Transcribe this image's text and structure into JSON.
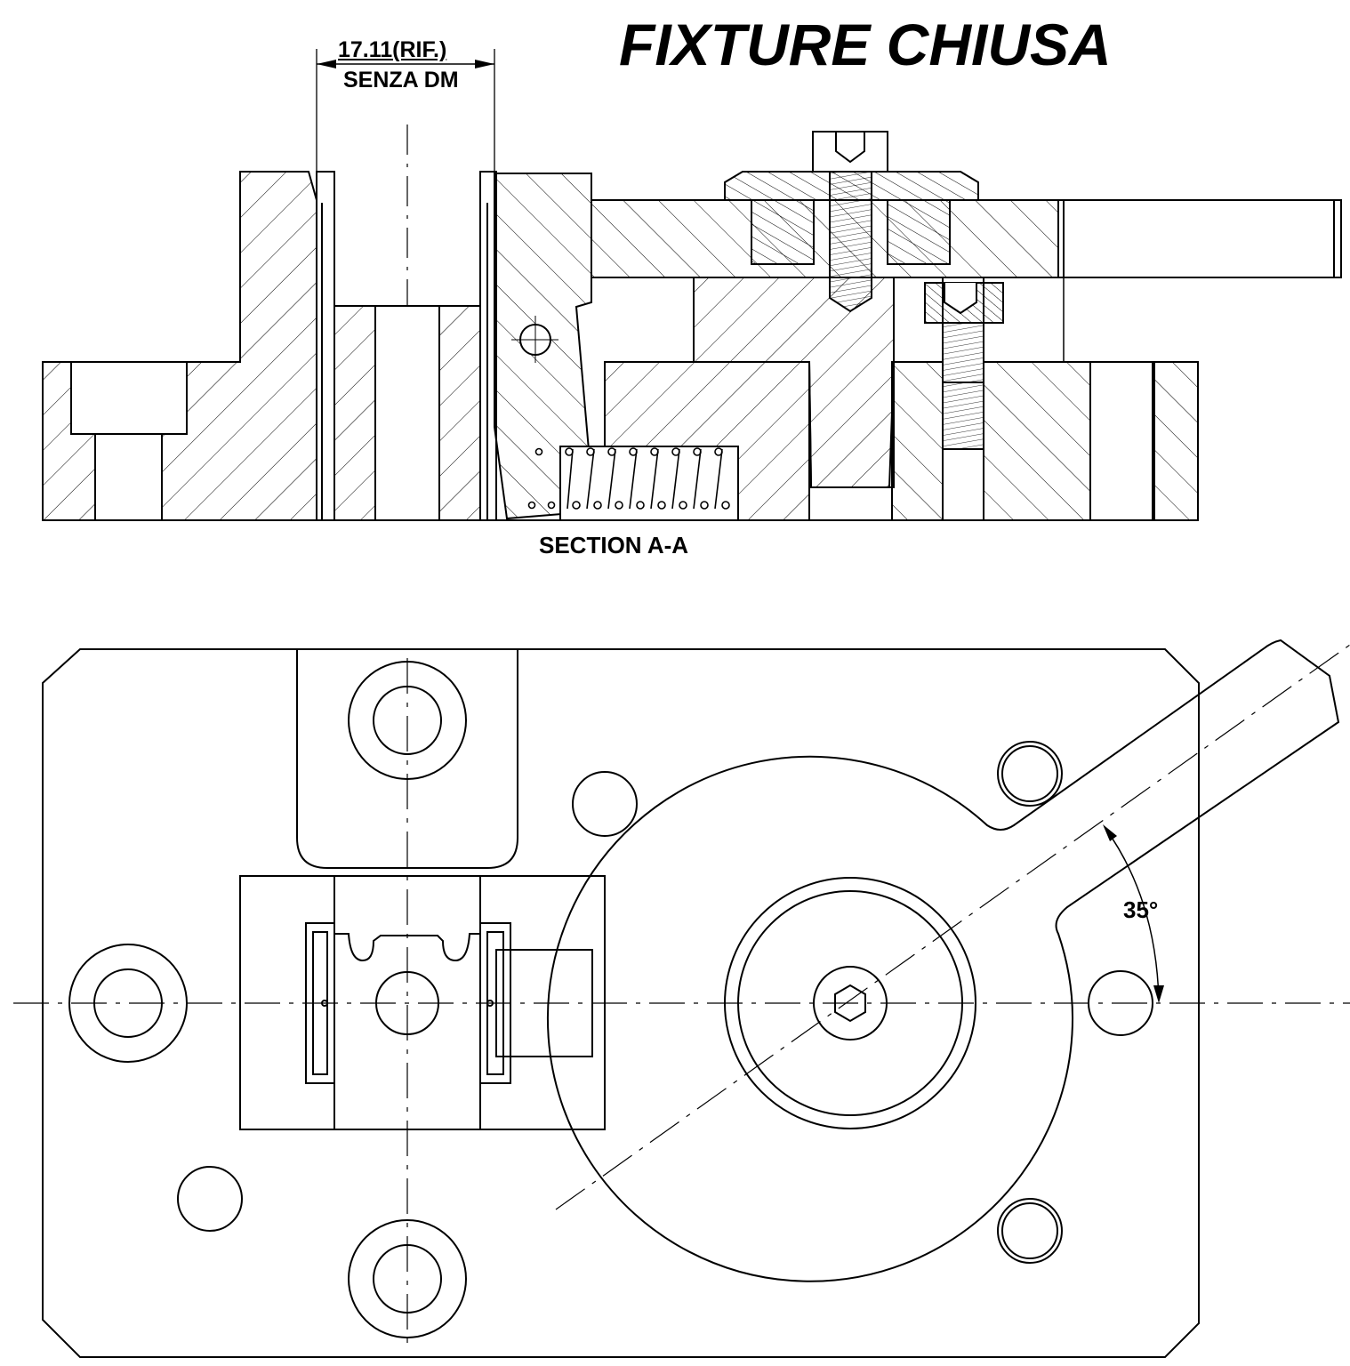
{
  "title": "FIXTURE CHIUSA",
  "dimension": {
    "value": "17.11(RIF.)",
    "note": "SENZA DM"
  },
  "section_label": "SECTION  A-A",
  "angle_label": "35°",
  "colors": {
    "line": "#000000",
    "background": "#ffffff"
  }
}
